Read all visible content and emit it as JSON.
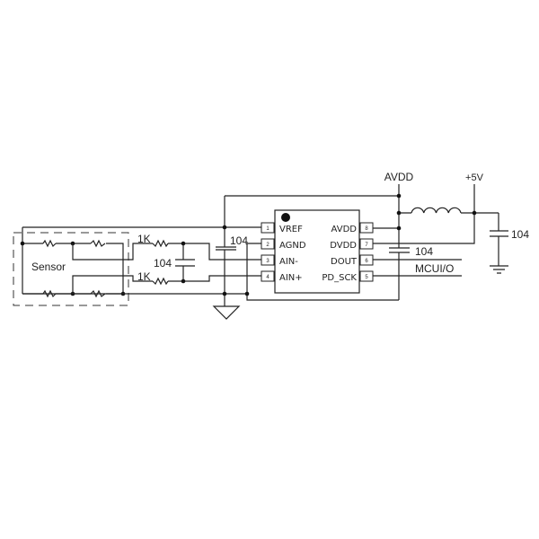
{
  "sensor_label": "Sensor",
  "resistors": {
    "r_top": "1K",
    "r_bottom": "1K"
  },
  "capacitors": {
    "c_input": "104",
    "c_vref": "104",
    "c_avdd": "104",
    "c_supply": "104"
  },
  "power": {
    "avdd": "AVDD",
    "plus5v": "+5V"
  },
  "mcu_label": "MCUI/O",
  "chip": {
    "left_pins": [
      {
        "num": "1",
        "name": "VREF"
      },
      {
        "num": "2",
        "name": "AGND"
      },
      {
        "num": "3",
        "name": "AIN-"
      },
      {
        "num": "4",
        "name": "AIN+"
      }
    ],
    "right_pins": [
      {
        "num": "8",
        "name": "AVDD"
      },
      {
        "num": "7",
        "name": "DVDD"
      },
      {
        "num": "6",
        "name": "DOUT"
      },
      {
        "num": "5",
        "name": "PD_SCK"
      }
    ]
  },
  "colors": {
    "line": "#222222",
    "background": "#ffffff"
  }
}
